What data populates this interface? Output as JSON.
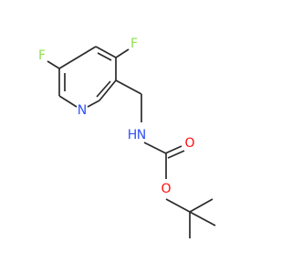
{
  "molecule": {
    "atoms": {
      "f_top": {
        "symbol": "F",
        "color": "#90e050"
      },
      "f_left": {
        "symbol": "F",
        "color": "#90e050"
      },
      "n_ring": {
        "symbol": "N",
        "color": "#3050f8"
      },
      "n_amide": {
        "symbol": "N",
        "color": "#3050f8"
      },
      "h_amide": {
        "symbol": "H",
        "color": "#3050f8"
      },
      "o_carbonyl": {
        "symbol": "O",
        "color": "#ff0d0d"
      },
      "o_ester": {
        "symbol": "O",
        "color": "#ff0d0d"
      }
    },
    "bond_color": "#2b2b2b"
  }
}
